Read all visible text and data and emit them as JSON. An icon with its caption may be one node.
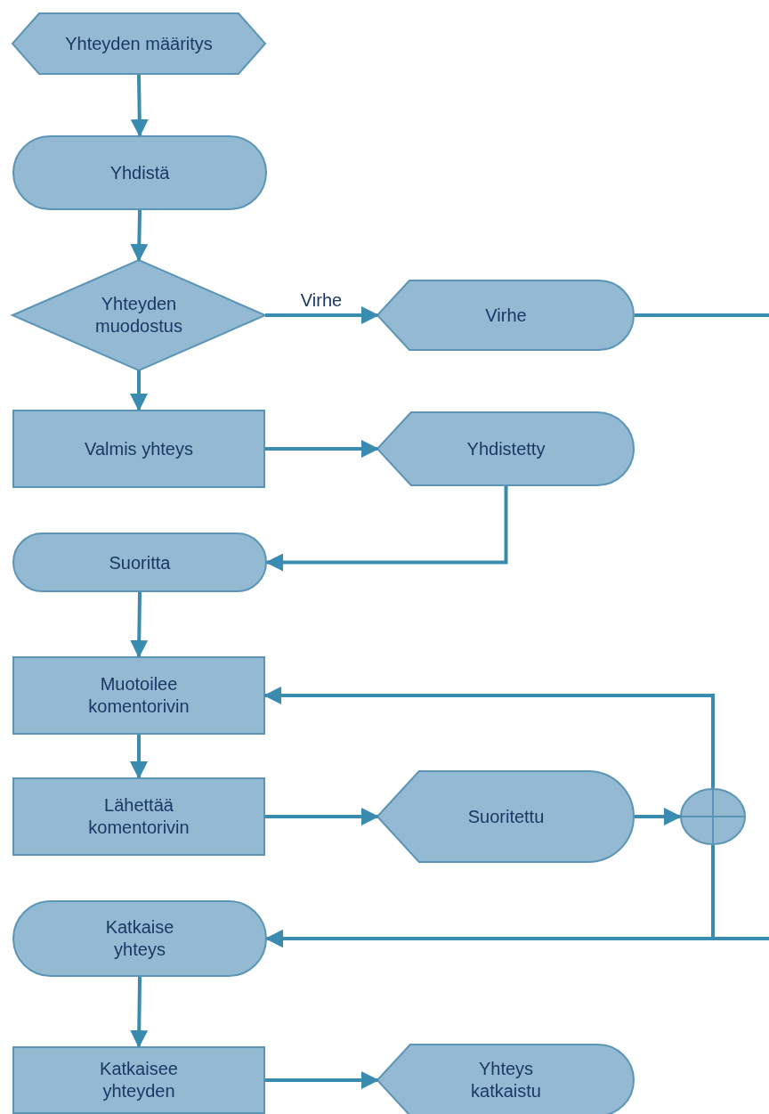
{
  "diagram": {
    "nodes": [
      {
        "text": [
          "Yhteyden määritys"
        ]
      },
      {
        "text": [
          "Yhdistä"
        ]
      },
      {
        "text": [
          "Yhteyden muodostus"
        ]
      },
      {
        "text": [
          "Virhe"
        ]
      },
      {
        "text": [
          "Valmis yhteys"
        ]
      },
      {
        "text": [
          "Yhdistetty"
        ]
      },
      {
        "text": [
          "Suoritta"
        ]
      },
      {
        "text": [
          "Muotoilee komentorivin"
        ]
      },
      {
        "text": [
          "Lähettää komentorivin"
        ]
      },
      {
        "text": [
          "Suoritettu"
        ]
      },
      {
        "text": [],
        "shape": "circle"
      },
      {
        "text": [
          "Katkaise yhteys"
        ]
      },
      {
        "text": [
          "Katkaisee yhteyden"
        ]
      },
      {
        "text": [
          "Yhteys katkaistu"
        ]
      }
    ],
    "edges": [
      {
        "from": 0,
        "to": 1,
        "arrow": "to"
      },
      {
        "from": 1,
        "to": 2,
        "arrow": "to"
      },
      {
        "from": 2,
        "to": 3,
        "arrow": "to",
        "label": "Virhe"
      },
      {
        "from": 3,
        "to": null,
        "arrow": "none"
      },
      {
        "from": 2,
        "to": 4,
        "arrow": "to"
      },
      {
        "from": 4,
        "to": 5,
        "arrow": "to"
      },
      {
        "from": 5,
        "to": 6,
        "arrow": "to"
      },
      {
        "from": 6,
        "to": 7,
        "arrow": "to"
      },
      {
        "from": 7,
        "to": 8,
        "arrow": "to"
      },
      {
        "from": 8,
        "to": 9,
        "arrow": "to"
      },
      {
        "from": 9,
        "to": 10,
        "arrow": "to"
      },
      {
        "from": 10,
        "to": 7,
        "arrow": "to"
      },
      {
        "from": 10,
        "to": 11,
        "arrow": "to"
      },
      {
        "from": null,
        "to": 11,
        "arrow": "to"
      },
      {
        "from": 11,
        "to": 12,
        "arrow": "to"
      },
      {
        "from": 12,
        "to": 13,
        "arrow": "to"
      }
    ]
  }
}
